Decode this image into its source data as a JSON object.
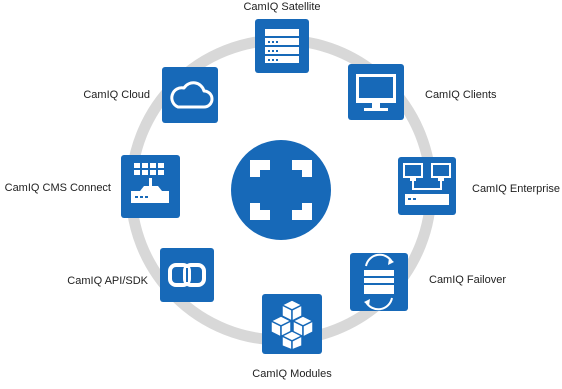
{
  "colors": {
    "tile": "#1769b8",
    "ring": "#d8d8d8",
    "center": "#1769b8",
    "icon": "#ffffff"
  },
  "nodes": [
    {
      "label": "CamIQ Satellite",
      "icon": "server-stack-icon"
    },
    {
      "label": "CamIQ Clients",
      "icon": "monitor-icon"
    },
    {
      "label": "CamIQ Enterprise",
      "icon": "enterprise-network-icon"
    },
    {
      "label": "CamIQ Failover",
      "icon": "failover-sync-icon"
    },
    {
      "label": "CamIQ Modules",
      "icon": "cubes-icon"
    },
    {
      "label": "CamIQ API/SDK",
      "icon": "link-icon"
    },
    {
      "label": "CamIQ CMS Connect",
      "icon": "cms-connect-icon"
    },
    {
      "label": "CamIQ Cloud",
      "icon": "cloud-icon"
    }
  ],
  "center_icon": "camiq-logo-icon"
}
